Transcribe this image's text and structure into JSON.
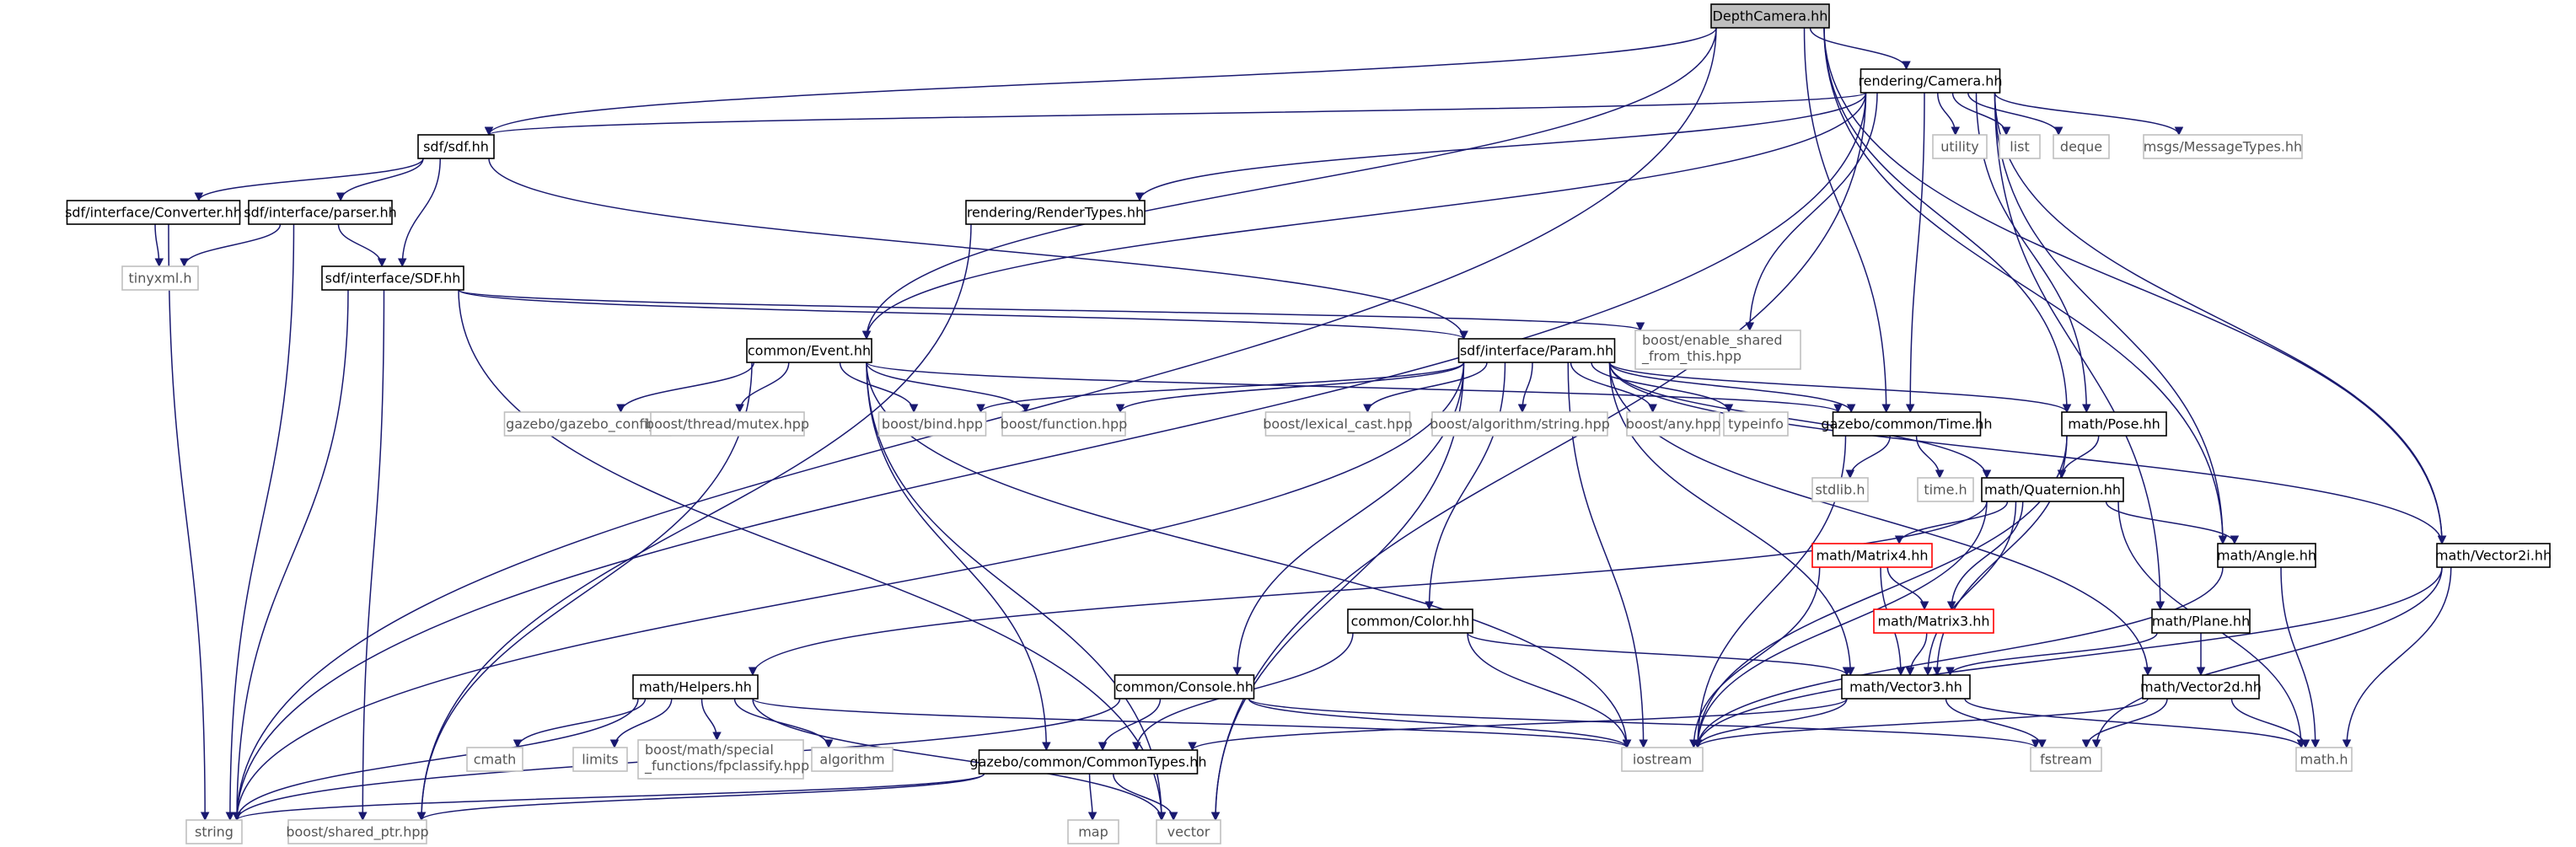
{
  "colors": {
    "edge": "#191970",
    "node_border": "#000000",
    "external_border": "#bfbfbf",
    "missing_border": "#ff0000",
    "root_fill": "#bfbfbf",
    "node_fill": "#ffffff",
    "text": "#000000",
    "external_text": "#555555"
  },
  "nodes": [
    {
      "id": "depthcamera",
      "label": "DepthCamera.hh",
      "kind": "root"
    },
    {
      "id": "camera",
      "label": "rendering/Camera.hh",
      "kind": "internal"
    },
    {
      "id": "sdf",
      "label": "sdf/sdf.hh",
      "kind": "internal"
    },
    {
      "id": "converter",
      "label": "sdf/interface/Converter.hh",
      "kind": "internal"
    },
    {
      "id": "parser",
      "label": "sdf/interface/parser.hh",
      "kind": "internal"
    },
    {
      "id": "tinyxml",
      "label": "tinyxml.h",
      "kind": "external"
    },
    {
      "id": "sdfsdf",
      "label": "sdf/interface/SDF.hh",
      "kind": "internal"
    },
    {
      "id": "rendertypes",
      "label": "rendering/RenderTypes.hh",
      "kind": "internal"
    },
    {
      "id": "utility",
      "label": "utility",
      "kind": "external"
    },
    {
      "id": "list",
      "label": "list",
      "kind": "external"
    },
    {
      "id": "deque",
      "label": "deque",
      "kind": "external"
    },
    {
      "id": "msgtypes",
      "label": "msgs/MessageTypes.hh",
      "kind": "external"
    },
    {
      "id": "enable_shared",
      "label": "boost/enable_shared\n_from_this.hpp",
      "kind": "external"
    },
    {
      "id": "event",
      "label": "common/Event.hh",
      "kind": "internal"
    },
    {
      "id": "param",
      "label": "sdf/interface/Param.hh",
      "kind": "internal"
    },
    {
      "id": "gazebo_config",
      "label": "gazebo/gazebo_config.h",
      "kind": "external"
    },
    {
      "id": "mutex",
      "label": "boost/thread/mutex.hpp",
      "kind": "external"
    },
    {
      "id": "bind",
      "label": "boost/bind.hpp",
      "kind": "external"
    },
    {
      "id": "function",
      "label": "boost/function.hpp",
      "kind": "external"
    },
    {
      "id": "lexical_cast",
      "label": "boost/lexical_cast.hpp",
      "kind": "external"
    },
    {
      "id": "algostring",
      "label": "boost/algorithm/string.hpp",
      "kind": "external"
    },
    {
      "id": "any",
      "label": "boost/any.hpp",
      "kind": "external"
    },
    {
      "id": "typeinfo",
      "label": "typeinfo",
      "kind": "external"
    },
    {
      "id": "time",
      "label": "gazebo/common/Time.hh",
      "kind": "internal"
    },
    {
      "id": "pose",
      "label": "math/Pose.hh",
      "kind": "internal"
    },
    {
      "id": "stdlib",
      "label": "stdlib.h",
      "kind": "external"
    },
    {
      "id": "timeh",
      "label": "time.h",
      "kind": "external"
    },
    {
      "id": "quaternion",
      "label": "math/Quaternion.hh",
      "kind": "internal"
    },
    {
      "id": "matrix4",
      "label": "math/Matrix4.hh",
      "kind": "missing"
    },
    {
      "id": "matrix3",
      "label": "math/Matrix3.hh",
      "kind": "missing"
    },
    {
      "id": "angle",
      "label": "math/Angle.hh",
      "kind": "internal"
    },
    {
      "id": "vector2i",
      "label": "math/Vector2i.hh",
      "kind": "internal"
    },
    {
      "id": "plane",
      "label": "math/Plane.hh",
      "kind": "internal"
    },
    {
      "id": "color",
      "label": "common/Color.hh",
      "kind": "internal"
    },
    {
      "id": "vector3",
      "label": "math/Vector3.hh",
      "kind": "internal"
    },
    {
      "id": "vector2d",
      "label": "math/Vector2d.hh",
      "kind": "internal"
    },
    {
      "id": "helpers",
      "label": "math/Helpers.hh",
      "kind": "internal"
    },
    {
      "id": "console",
      "label": "common/Console.hh",
      "kind": "internal"
    },
    {
      "id": "cmath",
      "label": "cmath",
      "kind": "external"
    },
    {
      "id": "limits",
      "label": "limits",
      "kind": "external"
    },
    {
      "id": "fpclassify",
      "label": "boost/math/special\n_functions/fpclassify.hpp",
      "kind": "external"
    },
    {
      "id": "algorithm",
      "label": "algorithm",
      "kind": "external"
    },
    {
      "id": "iostream",
      "label": "iostream",
      "kind": "external"
    },
    {
      "id": "fstream",
      "label": "fstream",
      "kind": "external"
    },
    {
      "id": "mathh",
      "label": "math.h",
      "kind": "external"
    },
    {
      "id": "commontypes",
      "label": "gazebo/common/CommonTypes.hh",
      "kind": "internal"
    },
    {
      "id": "string",
      "label": "string",
      "kind": "external"
    },
    {
      "id": "shared_ptr",
      "label": "boost/shared_ptr.hpp",
      "kind": "external"
    },
    {
      "id": "map",
      "label": "map",
      "kind": "external"
    },
    {
      "id": "vector",
      "label": "vector",
      "kind": "external"
    }
  ],
  "edges": [
    [
      "depthcamera",
      "camera"
    ],
    [
      "depthcamera",
      "sdf"
    ],
    [
      "depthcamera",
      "event"
    ],
    [
      "depthcamera",
      "time"
    ],
    [
      "depthcamera",
      "pose"
    ],
    [
      "depthcamera",
      "angle"
    ],
    [
      "depthcamera",
      "vector2i"
    ],
    [
      "depthcamera",
      "string"
    ],
    [
      "camera",
      "sdf"
    ],
    [
      "camera",
      "utility"
    ],
    [
      "camera",
      "list"
    ],
    [
      "camera",
      "deque"
    ],
    [
      "camera",
      "msgtypes"
    ],
    [
      "camera",
      "rendertypes"
    ],
    [
      "camera",
      "enable_shared"
    ],
    [
      "camera",
      "event"
    ],
    [
      "camera",
      "time"
    ],
    [
      "camera",
      "pose"
    ],
    [
      "camera",
      "angle"
    ],
    [
      "camera",
      "vector2i"
    ],
    [
      "camera",
      "plane"
    ],
    [
      "camera",
      "string"
    ],
    [
      "camera",
      "vector"
    ],
    [
      "sdf",
      "converter"
    ],
    [
      "sdf",
      "parser"
    ],
    [
      "sdf",
      "sdfsdf"
    ],
    [
      "sdf",
      "param"
    ],
    [
      "converter",
      "tinyxml"
    ],
    [
      "converter",
      "string"
    ],
    [
      "parser",
      "tinyxml"
    ],
    [
      "parser",
      "sdfsdf"
    ],
    [
      "parser",
      "string"
    ],
    [
      "sdfsdf",
      "enable_shared"
    ],
    [
      "sdfsdf",
      "param"
    ],
    [
      "sdfsdf",
      "string"
    ],
    [
      "sdfsdf",
      "shared_ptr"
    ],
    [
      "sdfsdf",
      "vector"
    ],
    [
      "rendertypes",
      "shared_ptr"
    ],
    [
      "event",
      "gazebo_config"
    ],
    [
      "event",
      "mutex"
    ],
    [
      "event",
      "bind"
    ],
    [
      "event",
      "function"
    ],
    [
      "event",
      "time"
    ],
    [
      "event",
      "commontypes"
    ],
    [
      "event",
      "iostream"
    ],
    [
      "event",
      "vector"
    ],
    [
      "event",
      "shared_ptr"
    ],
    [
      "param",
      "bind"
    ],
    [
      "param",
      "function"
    ],
    [
      "param",
      "lexical_cast"
    ],
    [
      "param",
      "algostring"
    ],
    [
      "param",
      "any"
    ],
    [
      "param",
      "typeinfo"
    ],
    [
      "param",
      "time"
    ],
    [
      "param",
      "pose"
    ],
    [
      "param",
      "quaternion"
    ],
    [
      "param",
      "vector2i"
    ],
    [
      "param",
      "vector2d"
    ],
    [
      "param",
      "vector3"
    ],
    [
      "param",
      "color"
    ],
    [
      "param",
      "console"
    ],
    [
      "param",
      "string"
    ],
    [
      "param",
      "vector"
    ],
    [
      "param",
      "iostream"
    ],
    [
      "time",
      "stdlib"
    ],
    [
      "time",
      "timeh"
    ],
    [
      "time",
      "iostream"
    ],
    [
      "pose",
      "quaternion"
    ],
    [
      "pose",
      "vector3"
    ],
    [
      "pose",
      "iostream"
    ],
    [
      "quaternion",
      "matrix4"
    ],
    [
      "quaternion",
      "matrix3"
    ],
    [
      "quaternion",
      "angle"
    ],
    [
      "quaternion",
      "vector3"
    ],
    [
      "quaternion",
      "helpers"
    ],
    [
      "quaternion",
      "iostream"
    ],
    [
      "quaternion",
      "mathh"
    ],
    [
      "matrix4",
      "matrix3"
    ],
    [
      "matrix4",
      "vector3"
    ],
    [
      "matrix4",
      "iostream"
    ],
    [
      "matrix3",
      "vector3"
    ],
    [
      "angle",
      "mathh"
    ],
    [
      "angle",
      "iostream"
    ],
    [
      "vector2i",
      "mathh"
    ],
    [
      "vector2i",
      "fstream"
    ],
    [
      "vector2i",
      "iostream"
    ],
    [
      "plane",
      "vector3"
    ],
    [
      "plane",
      "vector2d"
    ],
    [
      "color",
      "vector3"
    ],
    [
      "color",
      "iostream"
    ],
    [
      "color",
      "commontypes"
    ],
    [
      "vector3",
      "iostream"
    ],
    [
      "vector3",
      "fstream"
    ],
    [
      "vector3",
      "mathh"
    ],
    [
      "vector3",
      "commontypes"
    ],
    [
      "vector2d",
      "mathh"
    ],
    [
      "vector2d",
      "fstream"
    ],
    [
      "vector2d",
      "iostream"
    ],
    [
      "helpers",
      "cmath"
    ],
    [
      "helpers",
      "limits"
    ],
    [
      "helpers",
      "fpclassify"
    ],
    [
      "helpers",
      "algorithm"
    ],
    [
      "helpers",
      "string"
    ],
    [
      "helpers",
      "iostream"
    ],
    [
      "helpers",
      "vector"
    ],
    [
      "console",
      "iostream"
    ],
    [
      "console",
      "fstream"
    ],
    [
      "console",
      "string"
    ],
    [
      "console",
      "commontypes"
    ],
    [
      "commontypes",
      "string"
    ],
    [
      "commontypes",
      "shared_ptr"
    ],
    [
      "commontypes",
      "map"
    ],
    [
      "commontypes",
      "vector"
    ]
  ]
}
